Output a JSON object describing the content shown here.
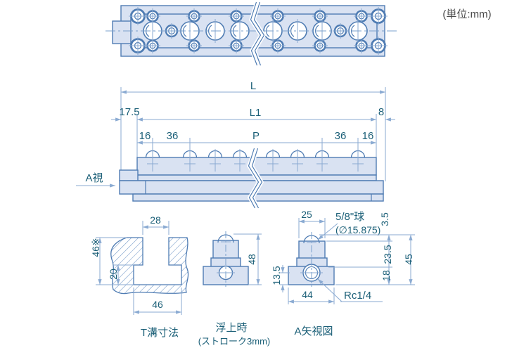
{
  "unit_note": "(単位:mm)",
  "colors": {
    "part_fill": "#d9e2f2",
    "part_line": "#4f7cb3",
    "dim_line": "#8aaad2",
    "dim_text": "#1c6078",
    "hatch_line": "#7096c6",
    "note_text": "#4a4a4a"
  },
  "overall_dims": {
    "total_length": "L",
    "body_length": "L1",
    "left_end": "17.5",
    "right_end": "8",
    "edge_pitch_left": "16",
    "first_pitch_left": "36",
    "pitch": "P",
    "first_pitch_right": "36",
    "edge_pitch_right": "16"
  },
  "side_view": {
    "view_arrow_label": "A視"
  },
  "t_slot_detail": {
    "caption": "T溝寸法",
    "groove_top_width": "28",
    "groove_depth": "46※",
    "groove_lip_height": "20",
    "groove_bottom_width": "46"
  },
  "float_detail": {
    "caption": "浮上時",
    "caption_sub": "(ストローク3mm)",
    "raised_height": "48"
  },
  "a_view_detail": {
    "caption": "A矢視図",
    "top_width": "25",
    "ball_label": "5/8\"球",
    "ball_diameter": "(∅15.875)",
    "ball_protrusion": "3.5",
    "upper_height": "23.5",
    "lower_height": "18",
    "total_height": "45",
    "port_center_height": "13.5",
    "base_width": "44",
    "port_thread": "Rc1/4"
  }
}
